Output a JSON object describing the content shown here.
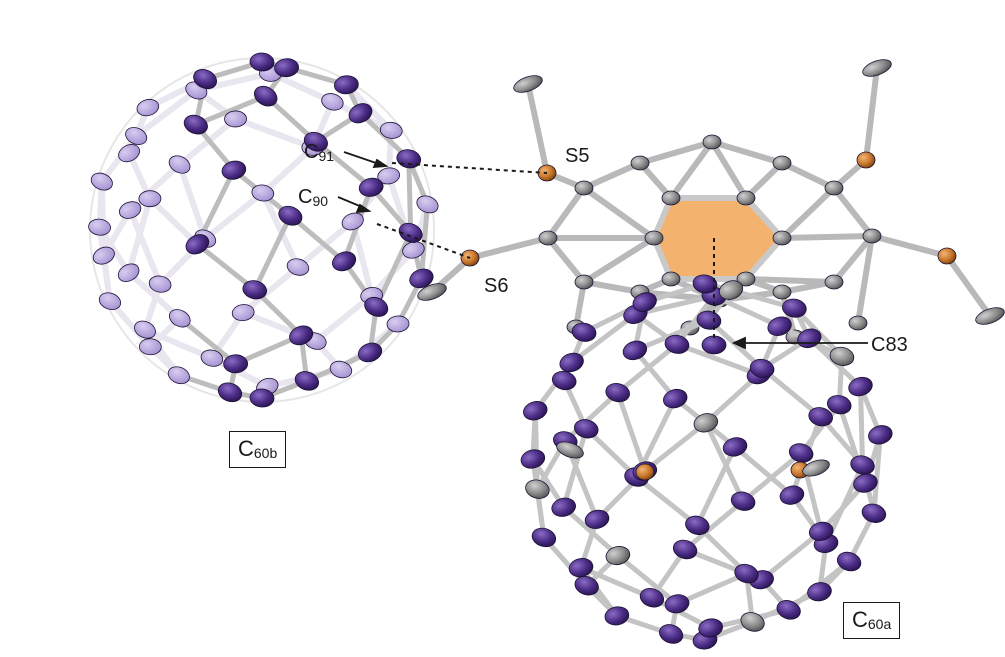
{
  "figure": {
    "atom_labels": {
      "c91": {
        "base": "C",
        "sub": "91"
      },
      "c90": {
        "base": "C",
        "sub": "90"
      },
      "s5": "S5",
      "s6": "S6",
      "c83": "C83"
    },
    "fullerene_labels": {
      "c60b": {
        "base": "C",
        "sub": "60b"
      },
      "c60a": {
        "base": "C",
        "sub": "60a"
      }
    }
  },
  "colors": {
    "carbon_fullerene": "#4b2d86",
    "carbon_host": "#8c8c8c",
    "sulfur": "#c8762a",
    "bond": "#d9d9d9",
    "bond_outline": "#9a9a9a",
    "central_ring_fill": "#f4b26f",
    "text": "#1a1a1a"
  }
}
